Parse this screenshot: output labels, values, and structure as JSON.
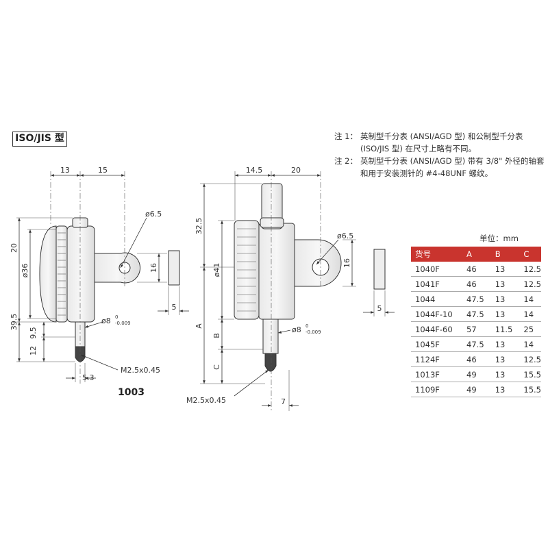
{
  "badge": "ISO/JIS 型",
  "notes": [
    {
      "label": "注 1：",
      "text": "英制型千分表 (ANSI/AGD 型) 和公制型千分表 (ISO/JIS 型) 在尺寸上略有不同。"
    },
    {
      "label": "注 2：",
      "text": "英制型千分表 (ANSI/AGD 型) 带有 3/8\" 外径的轴套和用于安装测针的 #4-48UNF 螺纹。"
    }
  ],
  "unit": "单位：mm",
  "table": {
    "headers": [
      "货号",
      "A",
      "B",
      "C"
    ],
    "rows": [
      [
        "1040F",
        "46",
        "13",
        "12.5"
      ],
      [
        "1041F",
        "46",
        "13",
        "12.5"
      ],
      [
        "1044",
        "47.5",
        "13",
        "14"
      ],
      [
        "1044F-10",
        "47.5",
        "13",
        "14"
      ],
      [
        "1044F-60",
        "57",
        "11.5",
        "25"
      ],
      [
        "1045F",
        "47.5",
        "13",
        "14"
      ],
      [
        "1124F",
        "46",
        "13",
        "12.5"
      ],
      [
        "1013F",
        "49",
        "13",
        "15.5"
      ],
      [
        "1109F",
        "49",
        "13",
        "15.5"
      ]
    ]
  },
  "left_view": {
    "model": "1003",
    "dims": {
      "d13": "13",
      "d15": "15",
      "d20": "20",
      "d36": "ø36",
      "d39_5": "39.5",
      "d9_5": "9.5",
      "d12": "12",
      "d6_5": "ø6.5",
      "d16": "16",
      "d5": "5",
      "d8": "ø8",
      "d8_tol": "-0.009",
      "d8_tol0": "0",
      "thread": "M2.5x0.45",
      "d5_3": "5.3"
    }
  },
  "right_view": {
    "dims": {
      "d14_5": "14.5",
      "d20": "20",
      "d32_5": "32.5",
      "d41": "ø41",
      "dA": "A",
      "dB": "B",
      "dC": "C",
      "d6_5": "ø6.5",
      "d16": "16",
      "d5": "5",
      "d8": "ø8",
      "d8_tol": "-0.009",
      "d8_tol0": "0",
      "thread": "M2.5x0.45",
      "d7": "7"
    }
  }
}
